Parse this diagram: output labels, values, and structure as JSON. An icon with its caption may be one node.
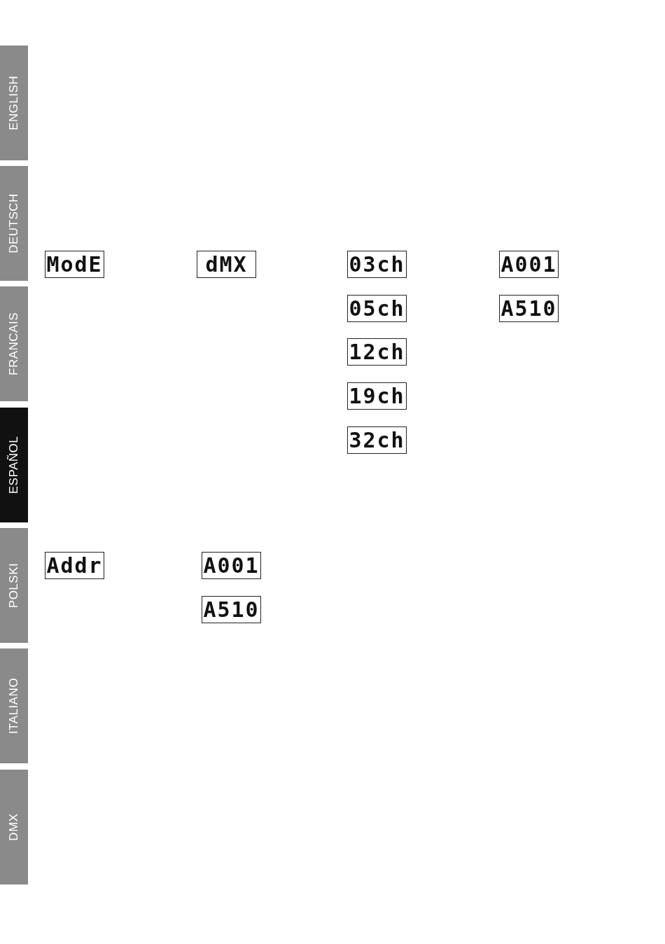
{
  "diagram": {
    "nodes": [
      {
        "text": [
          "ENGLISH"
        ]
      },
      {
        "text": [
          "DEUTSCH"
        ]
      },
      {
        "text": [
          "FRANCAIS"
        ]
      },
      {
        "text": [
          "ESPAÑOL"
        ]
      },
      {
        "text": [
          "POLSKI"
        ]
      },
      {
        "text": [
          "ITALIANO"
        ]
      },
      {
        "text": [
          "DMX"
        ]
      },
      {
        "text": [
          "ModE"
        ]
      },
      {
        "text": [
          "dMX"
        ]
      },
      {
        "text": [
          "03ch"
        ]
      },
      {
        "text": [
          "A001"
        ]
      },
      {
        "text": [
          "05ch"
        ]
      },
      {
        "text": [
          "A510"
        ]
      },
      {
        "text": [
          "12ch"
        ]
      },
      {
        "text": [
          "19ch"
        ]
      },
      {
        "text": [
          "32ch"
        ]
      },
      {
        "text": [
          "Addr"
        ]
      },
      {
        "text": [
          "A001"
        ]
      },
      {
        "text": [
          "A510"
        ]
      }
    ]
  }
}
